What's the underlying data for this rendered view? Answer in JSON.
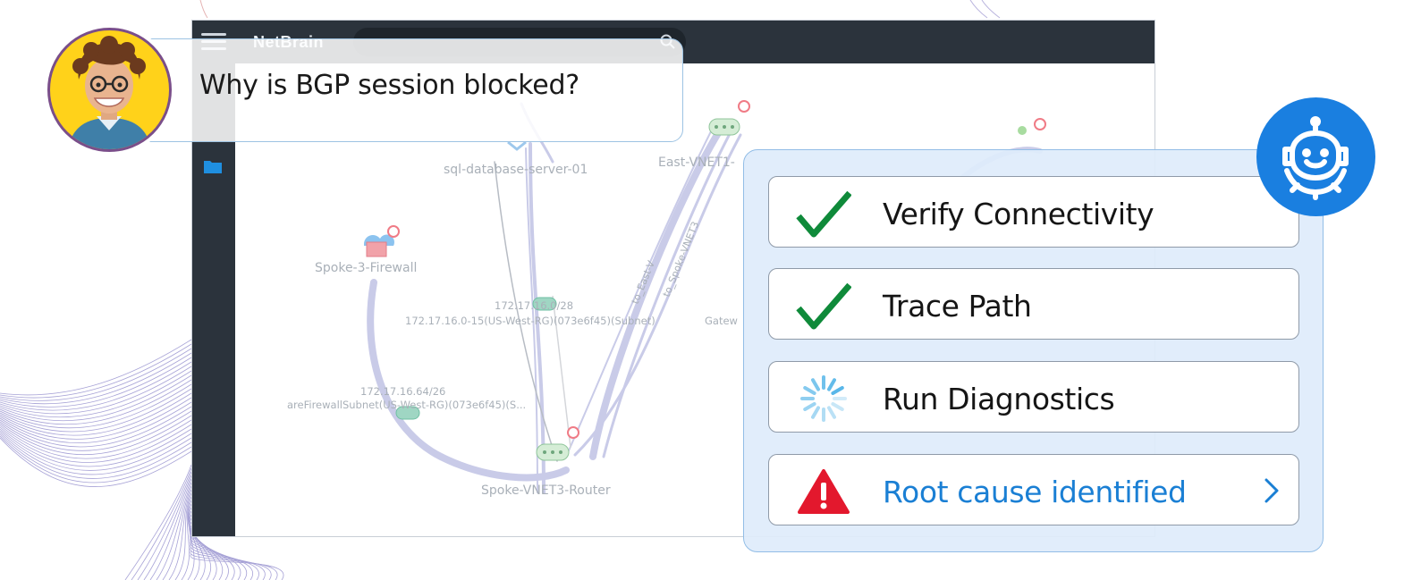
{
  "app": {
    "brand": "NetBrain"
  },
  "topology": {
    "nodes": {
      "sql_server": "sql-database-server-01",
      "east_vnet": "East-VNET1-",
      "spoke_firewall": "Spoke-3-Firewall",
      "subnet_1_cidr": "172.17.16.0/28",
      "subnet_1_name": "172.17.16.0-15(US-West-RG)(073e6f45)(Subnet)",
      "gateway": "Gatew",
      "subnet_2_cidr": "172.17.16.64/26",
      "subnet_2_name": "areFirewallSubnet(US-West-RG)(073e6f45)(S...",
      "spoke_router": "Spoke-VNET3-Router"
    },
    "links": {
      "to_east": "to_East-V",
      "to_spoke": "to_Spoke-VNET3"
    }
  },
  "chat": {
    "question": "Why is BGP session blocked?"
  },
  "tasks": [
    {
      "label": "Verify Connectivity",
      "status": "done",
      "icon": "check-icon"
    },
    {
      "label": "Trace Path",
      "status": "done",
      "icon": "check-icon"
    },
    {
      "label": "Run Diagnostics",
      "status": "running",
      "icon": "spinner-icon"
    },
    {
      "label": "Root cause identified",
      "status": "alert",
      "icon": "warning-icon"
    }
  ],
  "colors": {
    "check": "#0f8a3a",
    "spinner": "#4fb3e8",
    "warning": "#e3182d",
    "accent": "#1a7fd4",
    "robot_badge": "#1a7fe0",
    "topbar": "#2b333c"
  }
}
